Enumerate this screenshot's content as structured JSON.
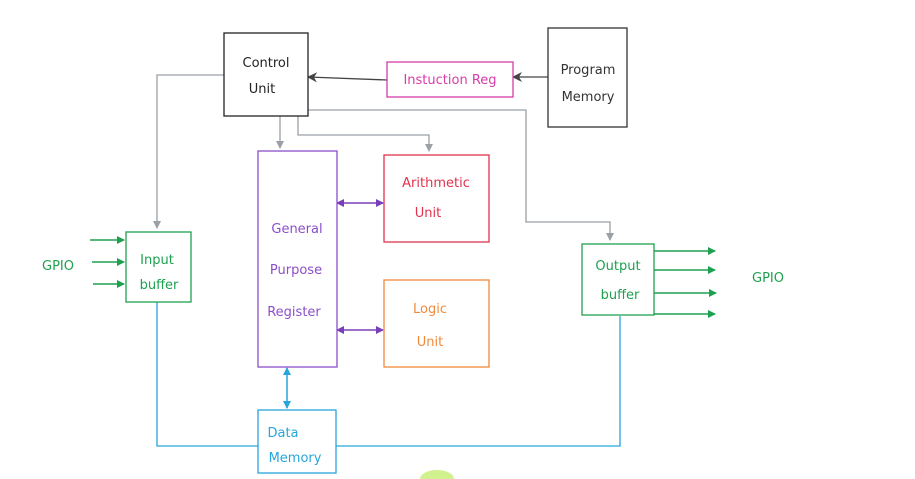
{
  "colors": {
    "control": "#222222",
    "instruction_reg": "#d63ca8",
    "program_memory": "#333333",
    "gpr": "#8c4fc9",
    "arithmetic": "#e0334e",
    "logic": "#f08a3c",
    "io": "#1ea050",
    "data_memory": "#27a6dc",
    "control_lines": "#9aa0a6"
  },
  "blocks": {
    "control_unit": {
      "line1": "Control",
      "line2": "Unit"
    },
    "instruction_reg": {
      "label": "Instuction Reg"
    },
    "program_memory": {
      "line1": "Program",
      "line2": "Memory"
    },
    "gpr": {
      "line1": "General",
      "line2": "Purpose",
      "line3": "Register"
    },
    "arithmetic_unit": {
      "line1": "Arithmetic",
      "line2": "Unit"
    },
    "logic_unit": {
      "line1": "Logic",
      "line2": "Unit"
    },
    "input_buffer": {
      "line1": "Input",
      "line2": "buffer"
    },
    "output_buffer": {
      "line1": "Output",
      "line2": "buffer"
    },
    "data_memory": {
      "line1": "Data",
      "line2": "Memory"
    }
  },
  "labels": {
    "gpio_left": "GPIO",
    "gpio_right": "GPIO"
  }
}
